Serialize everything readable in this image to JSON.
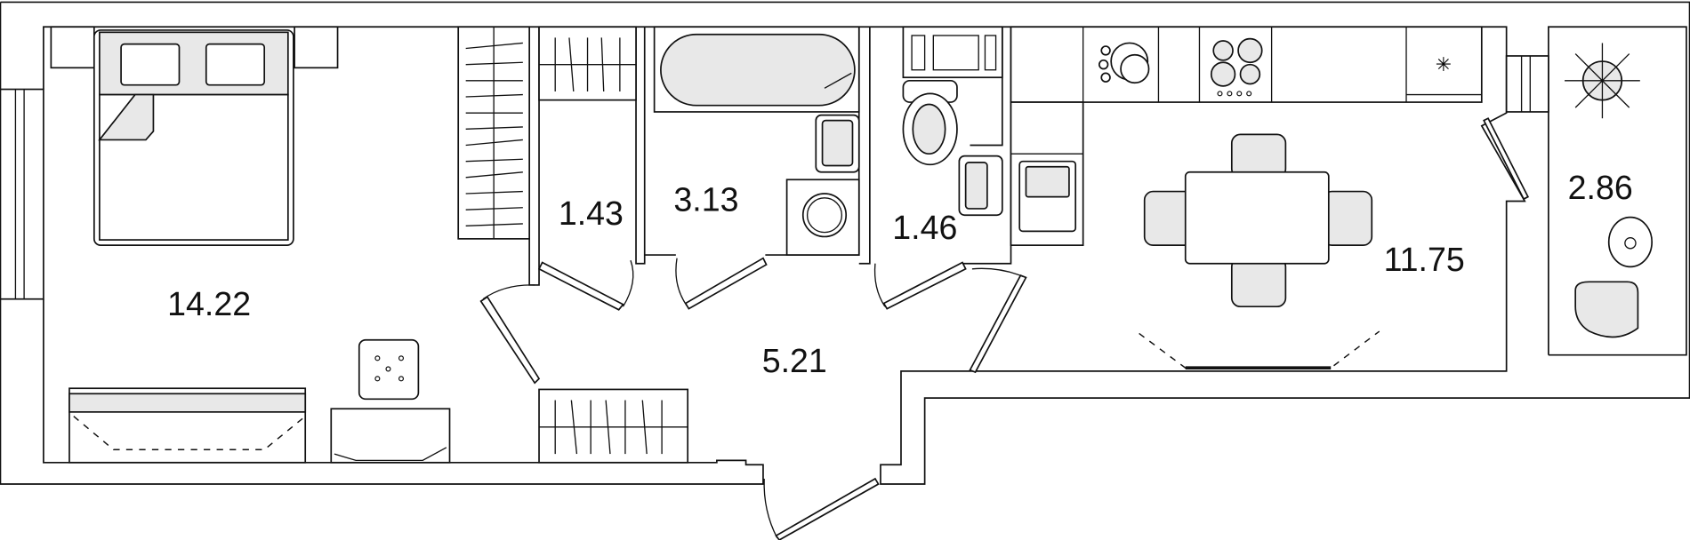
{
  "plan": {
    "rooms": [
      {
        "id": "bedroom",
        "area": "14.22"
      },
      {
        "id": "closet",
        "area": "1.43"
      },
      {
        "id": "bathroom",
        "area": "3.13"
      },
      {
        "id": "toilet",
        "area": "1.46"
      },
      {
        "id": "hallway",
        "area": "5.21"
      },
      {
        "id": "kitchen",
        "area": "11.75"
      },
      {
        "id": "balcony",
        "area": "2.86"
      }
    ],
    "colors": {
      "line": "#111111",
      "fixture_fill": "#e8e8e8",
      "background": "#ffffff"
    }
  }
}
